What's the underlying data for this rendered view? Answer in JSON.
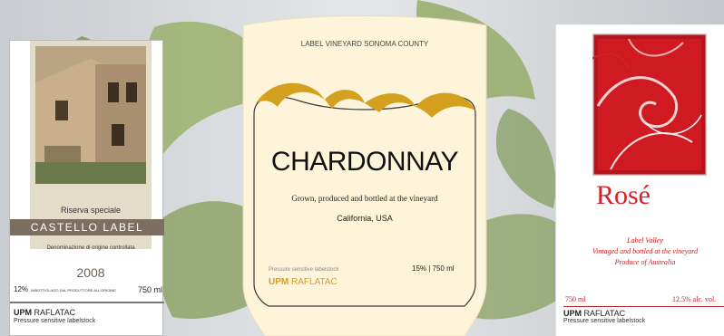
{
  "labels": {
    "castello": {
      "reserve": "Riserva speciale",
      "name": "CASTELLO LABEL",
      "denomination": "Denominazione di origine controllata",
      "year": "2008",
      "abv": "12%",
      "bottled": "IMBOTTIGLIATO DAL PRODUTTORE ALL'ORIGINE",
      "volume": "750 ml",
      "brand_bold": "UPM",
      "brand_rest": " RAFLATAC",
      "stock": "Pressure sensitive labelstock"
    },
    "chardonnay": {
      "vineyard": "LABEL VINEYARD  SONOMA COUNTY",
      "title": "CHARDONNAY",
      "grown": "Grown, produced and bottled at the vineyard",
      "location": "California, USA",
      "stock": "Pressure sensitive labelstock",
      "abv_volume": "15%  |  750 ml",
      "brand_bold": "UPM",
      "brand_rest": " RAFLATAC"
    },
    "rose": {
      "title": "Rosé",
      "valley": "Label Valley",
      "vintaged": "Vintaged and bottled at the vineyard",
      "produce": "Produce of Australia",
      "volume": "750 ml",
      "abv": "12.5% alc. vol.",
      "brand_bold": "UPM",
      "brand_rest": " RAFLATAC",
      "stock": "Pressure sensitive labelstock"
    }
  },
  "colors": {
    "gold": "#d4a020",
    "rose_red": "#d42028",
    "castello_band": "#7c6f5f",
    "chardonnay_paper": "#fdf4da"
  }
}
